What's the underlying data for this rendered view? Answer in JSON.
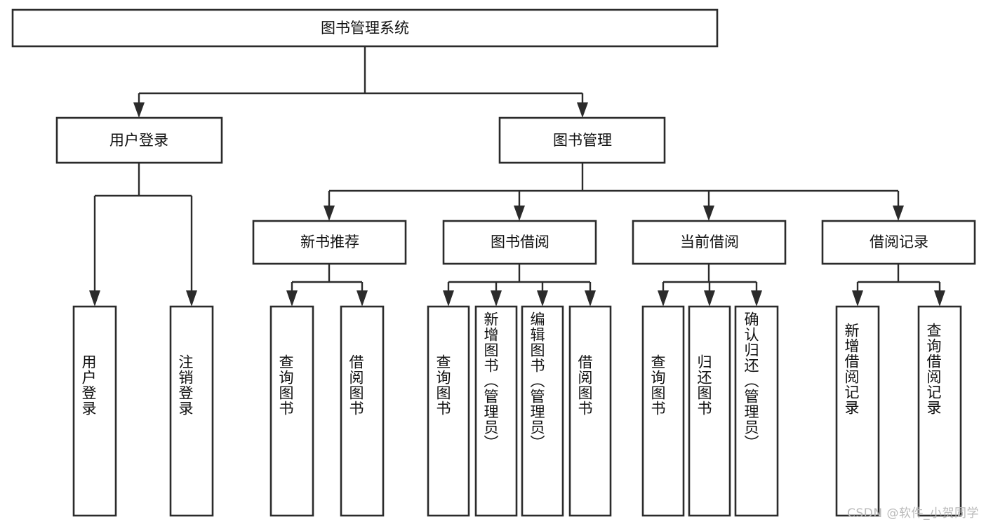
{
  "diagram": {
    "title": "图书管理系统",
    "watermark": "CSDN @软件_小贺同学",
    "colors": {
      "stroke": "#2b2b2b",
      "fill": "#ffffff",
      "text": "#111111",
      "watermark": "#b9b9b9"
    },
    "root": {
      "label": "图书管理系统"
    },
    "level2": [
      {
        "label": "用户登录"
      },
      {
        "label": "图书管理"
      }
    ],
    "level3": [
      {
        "label": "新书推荐"
      },
      {
        "label": "图书借阅"
      },
      {
        "label": "当前借阅"
      },
      {
        "label": "借阅记录"
      }
    ],
    "leaves": {
      "user_login": [
        {
          "label": "用户登录"
        },
        {
          "label": "注销登录"
        }
      ],
      "new_book_recommend": [
        {
          "label": "查询图书"
        },
        {
          "label": "借阅图书"
        }
      ],
      "book_borrow": [
        {
          "label": "查询图书"
        },
        {
          "label": "新增图书（管理员）"
        },
        {
          "label": "编辑图书（管理员）"
        },
        {
          "label": "借阅图书"
        }
      ],
      "current_borrow": [
        {
          "label": "查询图书"
        },
        {
          "label": "归还图书"
        },
        {
          "label": "确认归还（管理员）"
        }
      ],
      "borrow_records": [
        {
          "label": "新增借阅记录"
        },
        {
          "label": "查询借阅记录"
        }
      ]
    }
  }
}
